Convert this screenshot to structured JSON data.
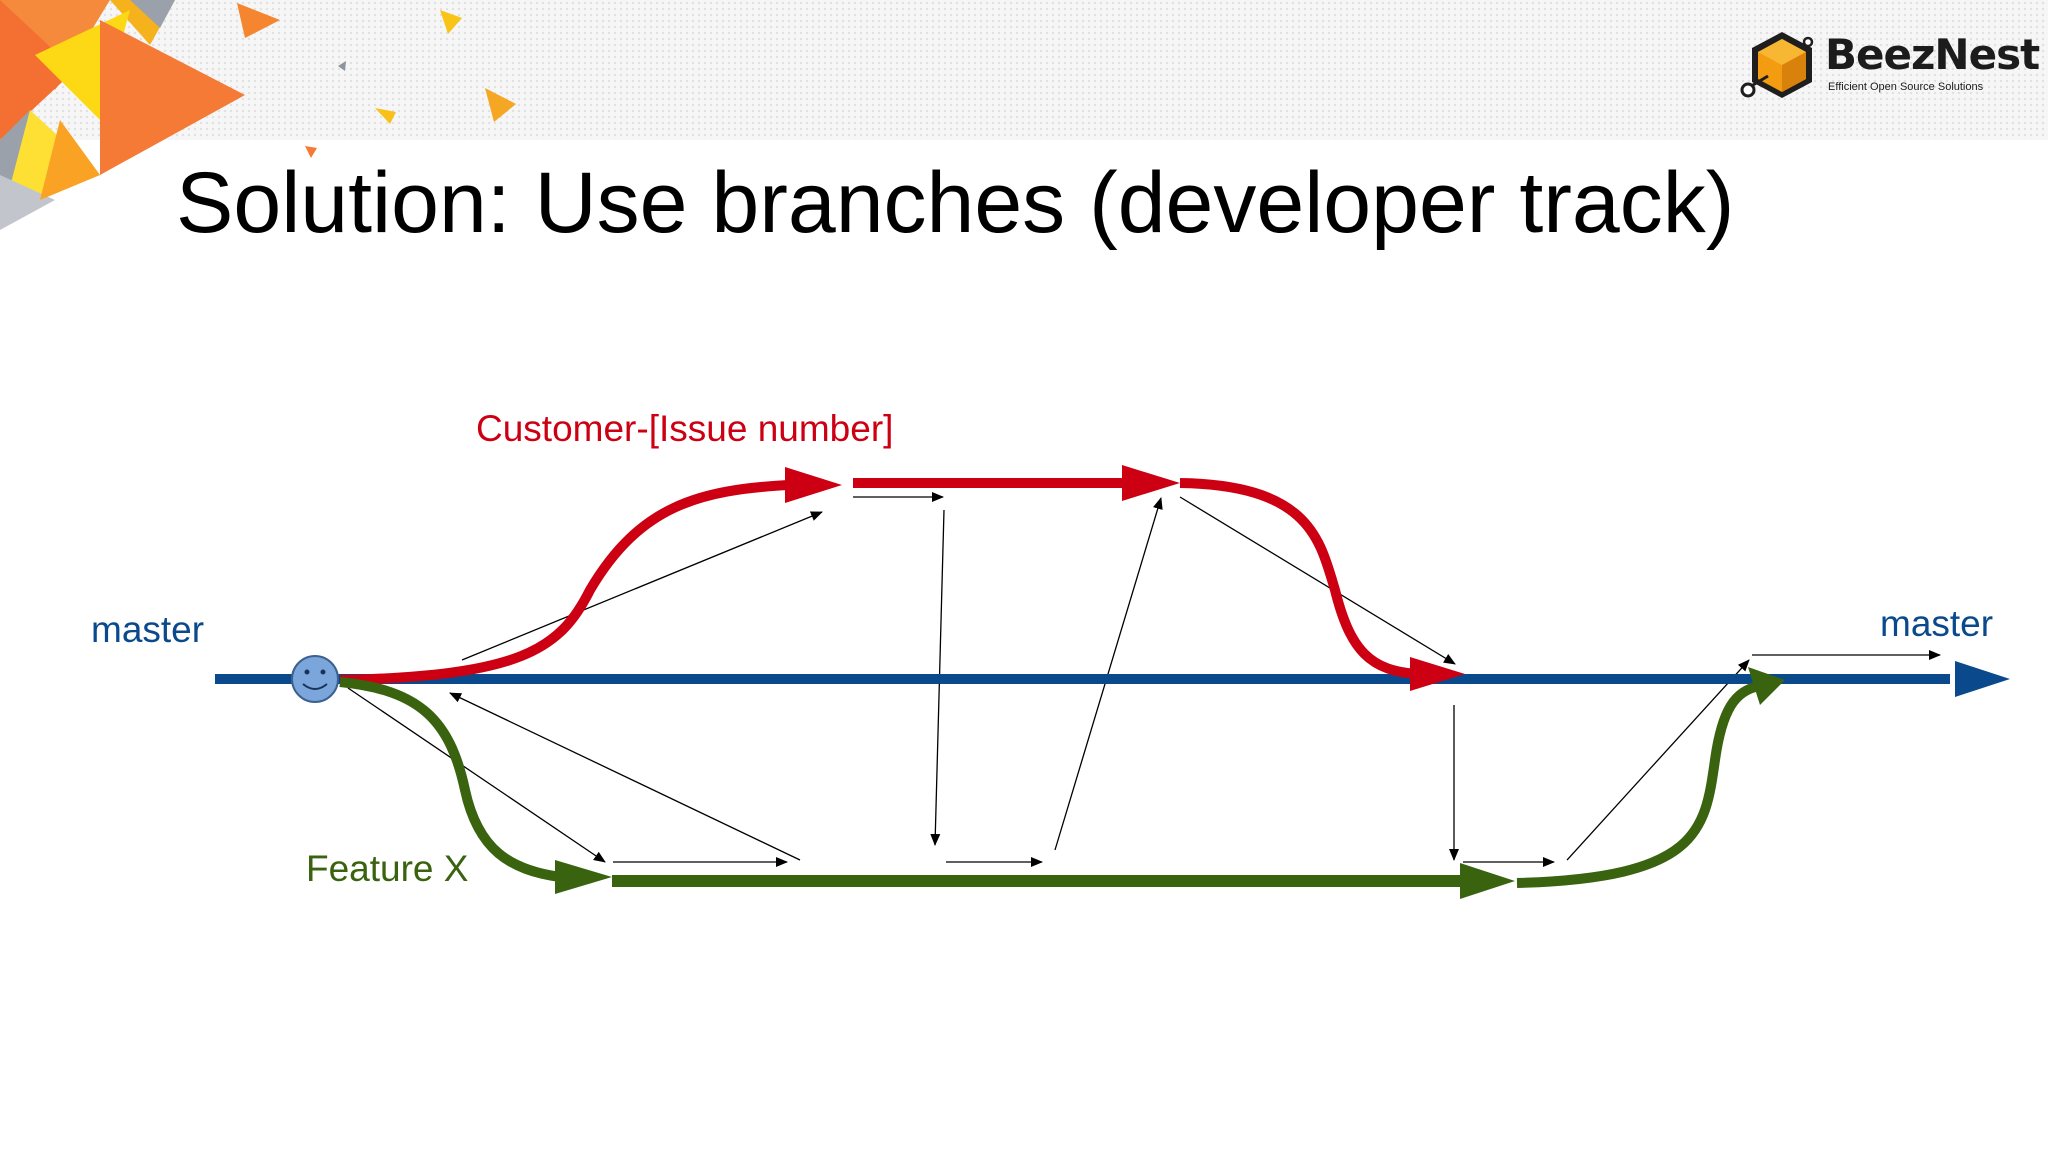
{
  "slide": {
    "title": "Solution: Use branches (developer track)"
  },
  "logo": {
    "brand": "BeezNest",
    "tagline": "Efficient Open Source Solutions"
  },
  "diagram": {
    "labels": {
      "master_left": "master",
      "master_right": "master",
      "customer_branch": "Customer-[Issue number]",
      "feature_branch": "Feature X"
    },
    "colors": {
      "master": "#0a4a8c",
      "customer": "#cc0012",
      "feature": "#3a6310",
      "arrows": "#000000",
      "smiley": "#7aa6dc"
    },
    "icons": {
      "developer": "smiley-face-icon"
    }
  }
}
